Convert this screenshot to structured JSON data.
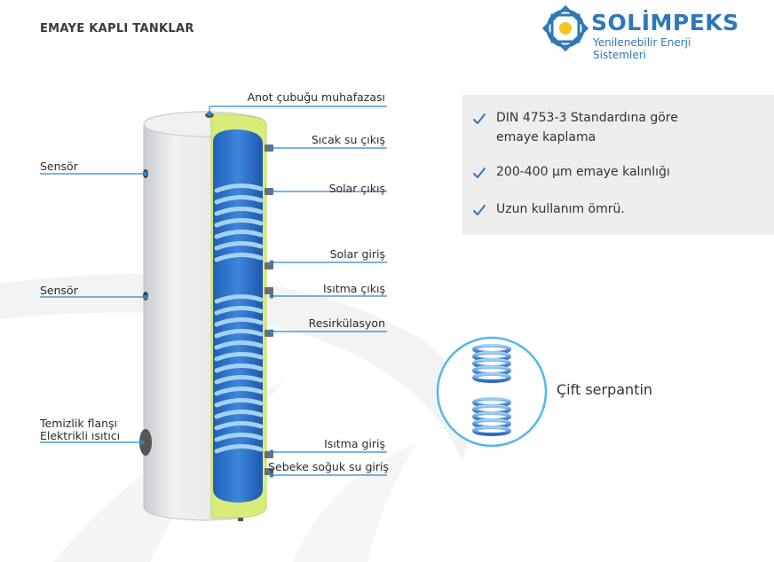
{
  "header": {
    "title": "EMAYE KAPLI TANKLAR",
    "logo_name": "SOLİMPEKS",
    "logo_tagline": "Yenilenebilir Enerji Sistemleri"
  },
  "labels": {
    "anot": "Anot çubuğu muhafazası",
    "sicak": "Sıcak su çıkış",
    "solar_cikis": "Solar çıkış",
    "solar_giris": "Solar giriş",
    "isitma_cikis": "Isıtma çıkış",
    "resirkulasyon": "Resirkülasyon",
    "isitma_giris": "Isıtma giriş",
    "sebeke": "Şebeke soğuk su giriş",
    "sensor_top": "Sensör",
    "sensor_mid": "Sensör",
    "temizlik_line1": "Temizlik flanşı",
    "temizlik_line2": "Elektrikli ısıtıcı"
  },
  "features": [
    {
      "line1": "DIN 4753-3 Standardına göre",
      "line2": "emaye kaplama"
    },
    {
      "line1": "200-400 μm emaye kalınlığı",
      "line2": ""
    },
    {
      "line1": "Uzun kullanım ömrü.",
      "line2": ""
    }
  ],
  "coil": {
    "label": "Çift serpantin"
  },
  "colors": {
    "accent_blue": "#2e77b8",
    "line_blue": "#2f86c6",
    "insulation_green": "#d8ec7a",
    "tank_shell": "#e4e6e8",
    "coil_blue": "#2f6fd0"
  }
}
